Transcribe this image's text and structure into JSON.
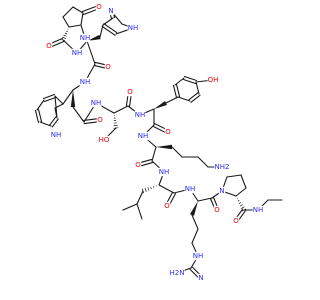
{
  "colors": {
    "bond": "#1a1a1a",
    "oxygen": "#e8000b",
    "nitrogen": "#2b2bff"
  },
  "labels": {
    "o_pyro": "O",
    "nh_pyro": "NH",
    "n_imid": "N",
    "nh_imid": "NH",
    "o_pglu_amide": "O",
    "nh_his": "NH",
    "o_his_amide": "O",
    "nh_trp_backbone": "NH",
    "nh_indole": "NH",
    "o_trp_amide": "O",
    "nh_ser": "NH",
    "oh_ser": "HO",
    "o_ser_amide": "O",
    "nh_tyr": "NH",
    "oh_tyr": "OH",
    "o_tyr_amide": "O",
    "nh_lys": "NH",
    "nh2_lys": "NH2",
    "o_lys_amide": "O",
    "nh_leu": "NH",
    "o_leu_amide": "O",
    "nh_arg": "NH",
    "n_pro": "N",
    "o_arg_amide": "O",
    "o_pro_amide": "O",
    "nh_ethyl": "NH",
    "nh_guan": "NH",
    "h2n_guan": "H2N",
    "nh2_guan": "N"
  }
}
